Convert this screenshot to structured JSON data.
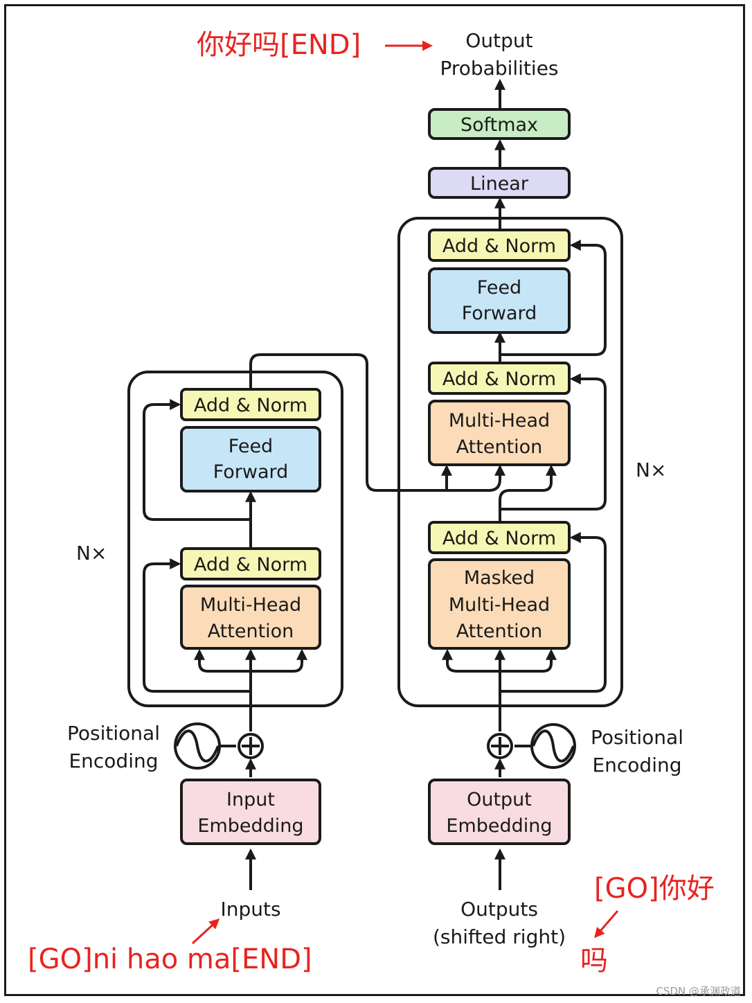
{
  "colors": {
    "add_norm": "#f6f7b4",
    "feed_forward": "#c6e6f8",
    "attention": "#fcdcb8",
    "embedding": "#f9dce2",
    "linear": "#dcdaf4",
    "softmax": "#c8ecc4",
    "annotation": "#e8231f"
  },
  "encoder": {
    "n_label": "N×",
    "add_norm_top": "Add & Norm",
    "feed_forward": [
      "Feed",
      "Forward"
    ],
    "add_norm_bottom": "Add & Norm",
    "attention": [
      "Multi-Head",
      "Attention"
    ],
    "positional_encoding": [
      "Positional",
      "Encoding"
    ],
    "embedding": [
      "Input",
      "Embedding"
    ],
    "inputs_label": "Inputs"
  },
  "decoder": {
    "n_label": "N×",
    "add_norm_top": "Add & Norm",
    "feed_forward": [
      "Feed",
      "Forward"
    ],
    "add_norm_middle": "Add & Norm",
    "attention": [
      "Multi-Head",
      "Attention"
    ],
    "add_norm_bottom": "Add & Norm",
    "masked_attention": [
      "Masked",
      "Multi-Head",
      "Attention"
    ],
    "positional_encoding": [
      "Positional",
      "Encoding"
    ],
    "embedding": [
      "Output",
      "Embedding"
    ],
    "outputs_label": [
      "Outputs",
      "(shifted right)"
    ]
  },
  "head": {
    "linear": "Linear",
    "softmax": "Softmax",
    "output_label": [
      "Output",
      "Probabilities"
    ]
  },
  "annotations": {
    "output_text": "你好吗[END]",
    "input_text": "[GO]ni hao ma[END]",
    "decoder_input_line1": "[GO]你好",
    "decoder_input_line2": "吗"
  },
  "watermark": "CSDN @承渊政道"
}
